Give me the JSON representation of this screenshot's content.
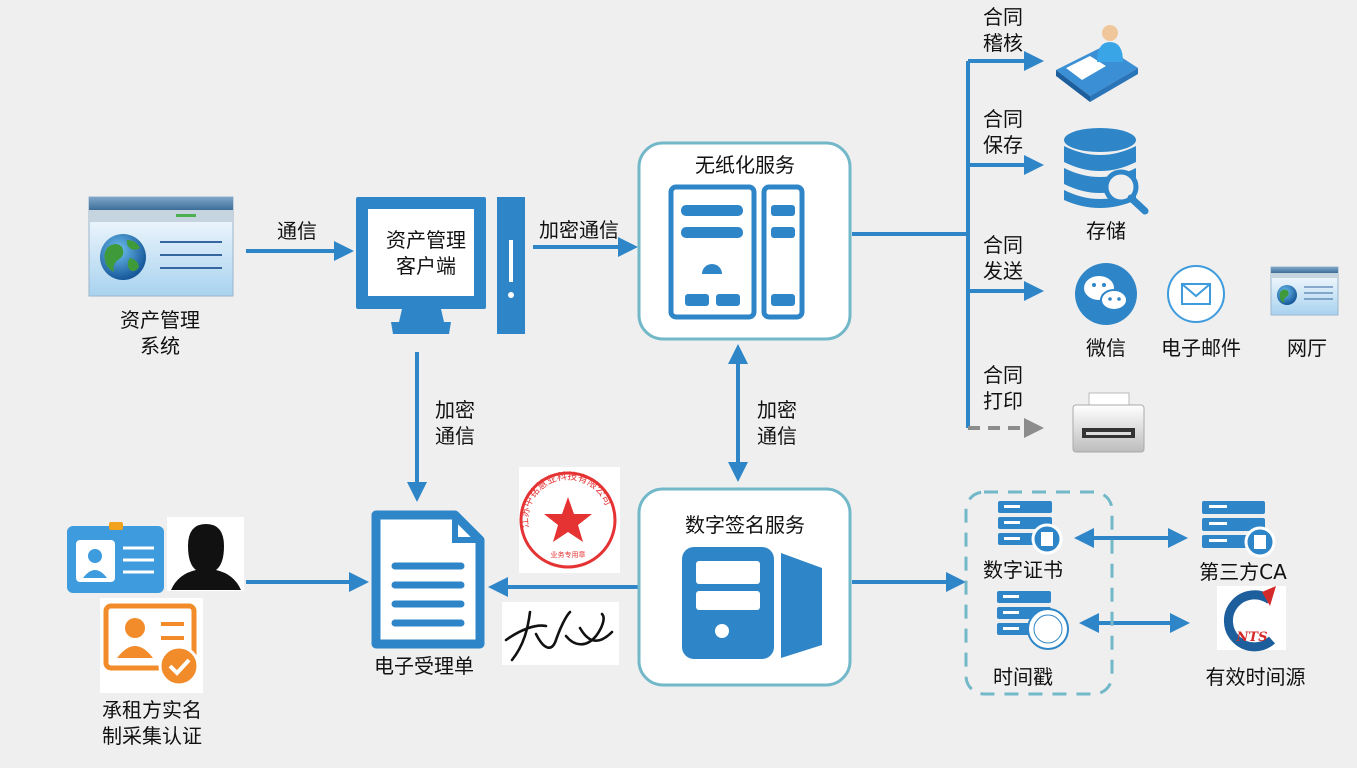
{
  "colors": {
    "accent": "#2e86c8",
    "box_border": "#72b8c9",
    "background": "#efefef"
  },
  "nodes": {
    "asset_system": "资产管理\n系统",
    "client": "资产管理\n客户端",
    "paperless": "无纸化服务",
    "signature": "数字签名服务",
    "receipt": "电子受理单",
    "tenant_auth": "承租方实名\n制采集认证",
    "storage": "存储",
    "wechat": "微信",
    "email": "电子邮件",
    "hall": "网厅",
    "digital_cert": "数字证书",
    "timestamp": "时间戳",
    "third_party_ca": "第三方CA",
    "time_source": "有效时间源"
  },
  "edges": {
    "comm": "通信",
    "enc_comm": "加密通信",
    "enc_comm_v1": "加密\n通信",
    "enc_comm_v2": "加密\n通信"
  },
  "branches": {
    "audit": "合同\n稽核",
    "save": "合同\n保存",
    "send": "合同\n发送",
    "print": "合同\n打印"
  },
  "seal": {
    "company_text": "江苏中铭慧业科技有限公司",
    "sub_text": "业务专用章"
  },
  "icons": [
    "browser-icon",
    "globe-icon",
    "monitor-icon",
    "server-rack-icon",
    "document-icon",
    "id-card-icon",
    "person-silhouette-icon",
    "verified-id-icon",
    "auditor-icon",
    "database-search-icon",
    "wechat-icon",
    "mail-icon",
    "printer-icon",
    "certificate-server-icon",
    "nts-logo-icon",
    "official-seal-icon",
    "signature-icon"
  ]
}
